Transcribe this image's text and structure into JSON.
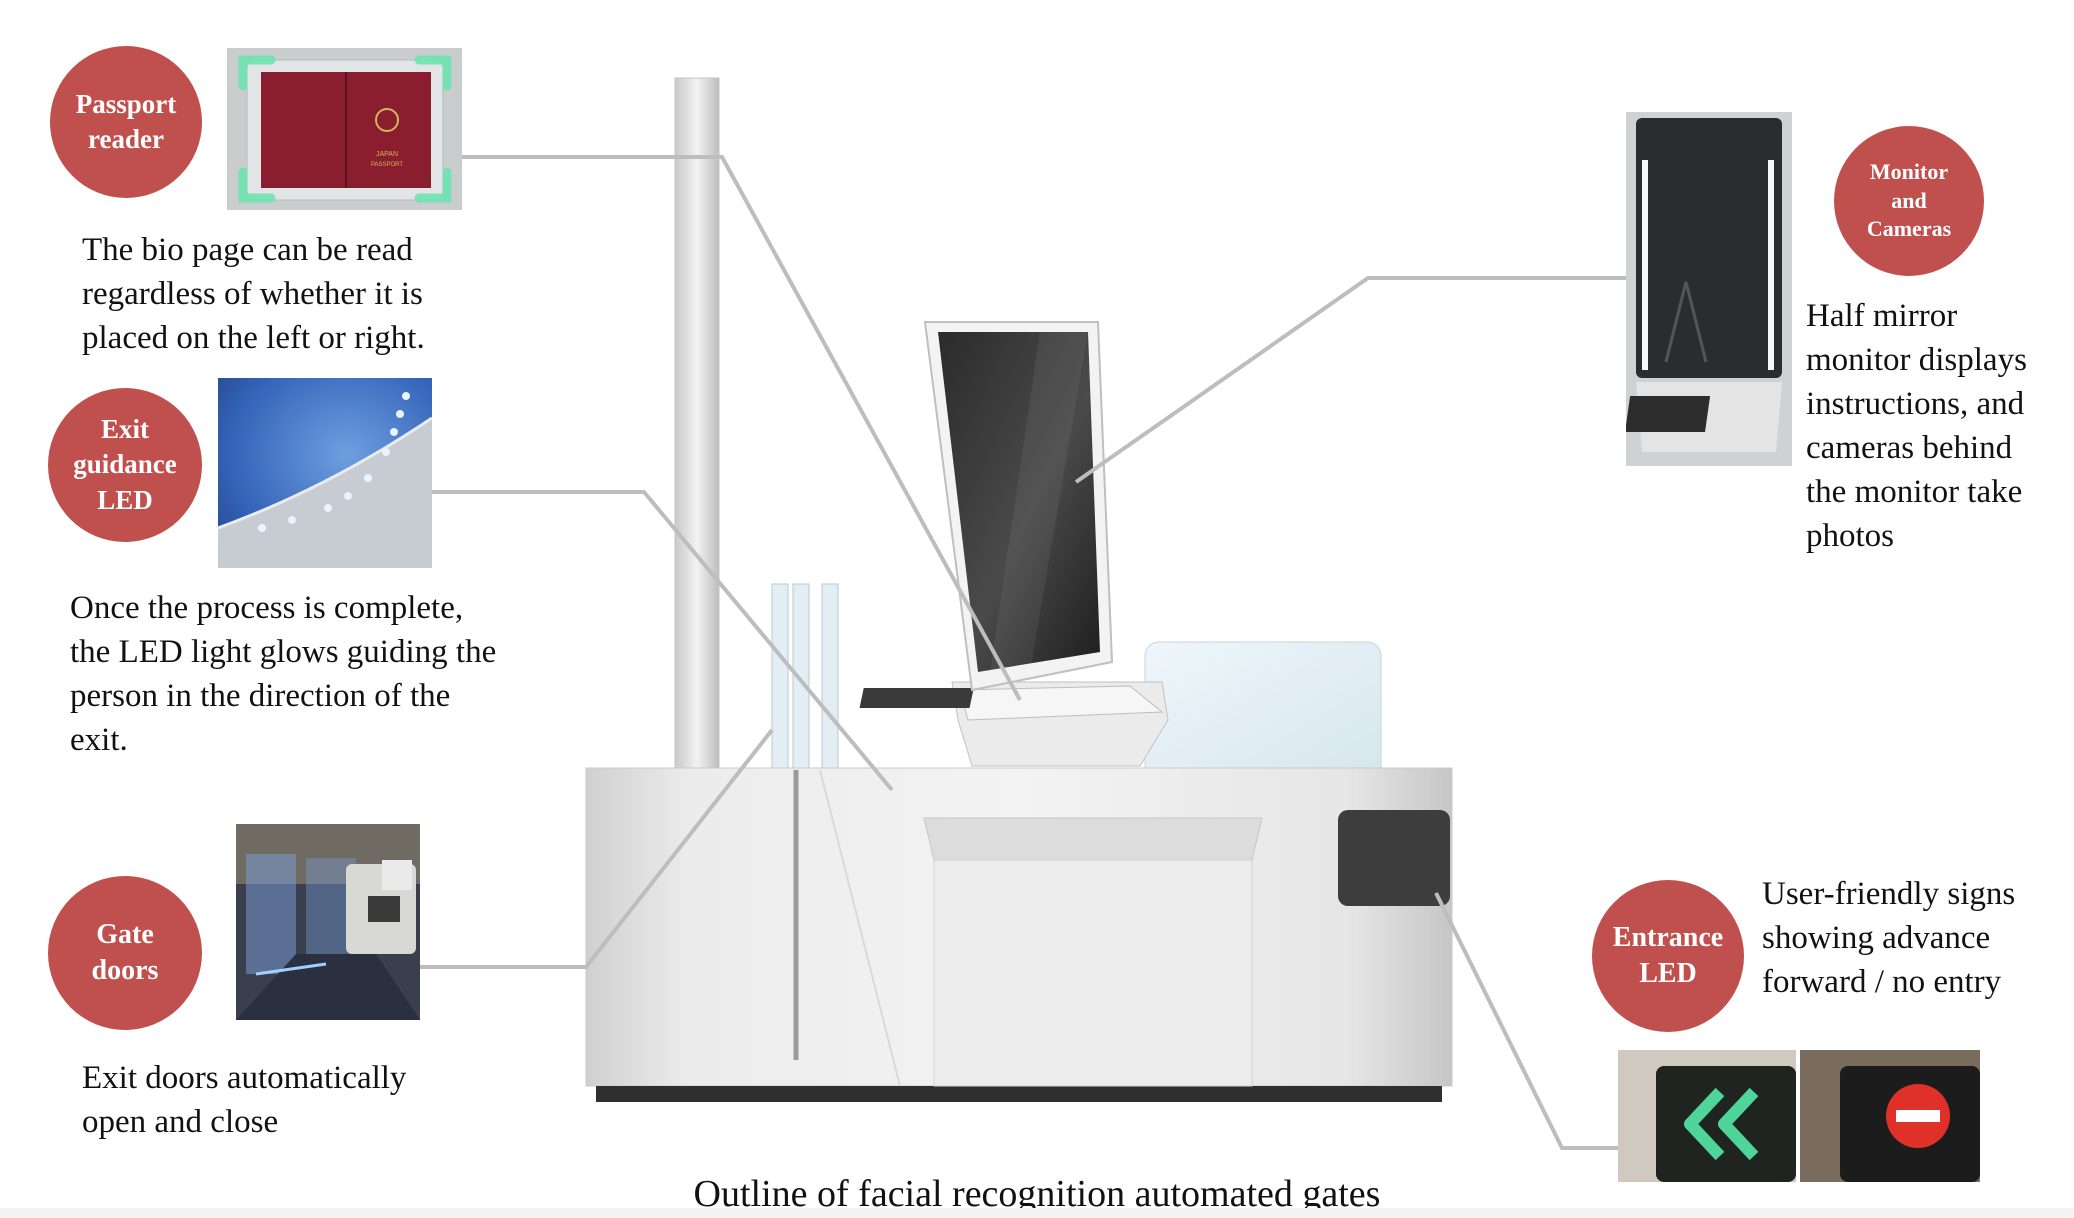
{
  "callouts": {
    "passport": {
      "label": "Passport\nreader",
      "description": "The bio page can be read\nregardless of whether it is\nplaced on the left  or right."
    },
    "exit_led": {
      "label": "Exit\nguidance\nLED",
      "description": "Once the process is complete,\nthe LED light  glows guiding  the\nperson in  the direction  of the\nexit."
    },
    "gate_doors": {
      "label": "Gate\ndoors",
      "description": "Exit  doors automatically\nopen and close"
    },
    "monitor": {
      "label": "Monitor\nand\nCameras",
      "description": "Half mirror\nmonitor displays\ninstructions, and\ncameras behind\nthe monitor take\nphotos"
    },
    "entrance_led": {
      "label": "Entrance\nLED",
      "description": "User-friendly  signs\nshowing advance\nforward / no entry"
    }
  },
  "caption": "Outline of facial recognition automated gates",
  "passport_text": {
    "country": "JAPAN",
    "word": "PASSPORT"
  },
  "colors": {
    "callout_circle": "#c0504d",
    "leader_line": "#bdbdbd",
    "passport_cover": "#8a1e2e",
    "led_glow": "#6fe3b0",
    "arrow_green": "#4fd59a",
    "no_entry_red": "#e0302a"
  }
}
